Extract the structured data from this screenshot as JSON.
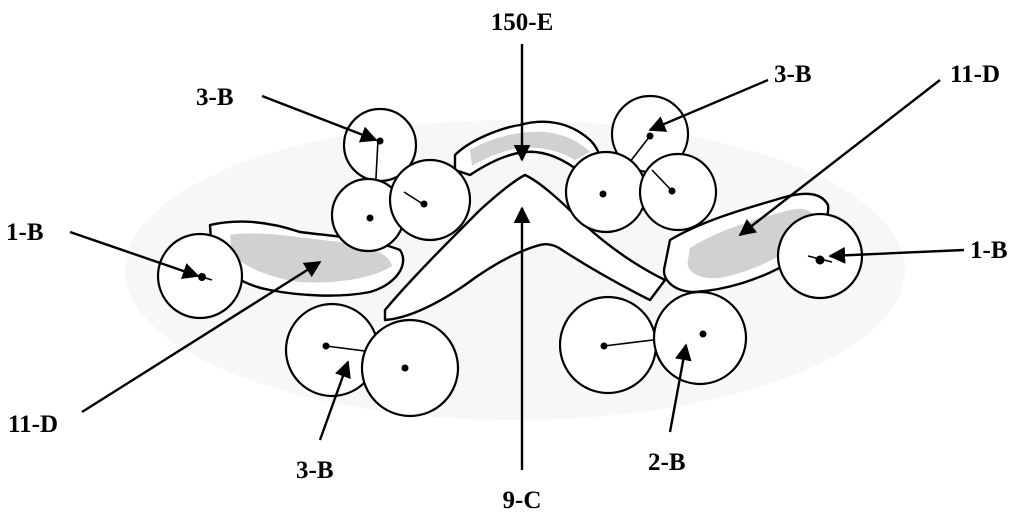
{
  "labels": {
    "top_center": "150-E",
    "bottom_center": "9-C",
    "upper_left_3b": "3-B",
    "upper_right_3b": "3-B",
    "lower_left_3b": "3-B",
    "upper_right_11d": "11-D",
    "lower_left_11d": "11-D",
    "left_1b": "1-B",
    "right_1b": "1-B",
    "lower_right_2b": "2-B"
  }
}
